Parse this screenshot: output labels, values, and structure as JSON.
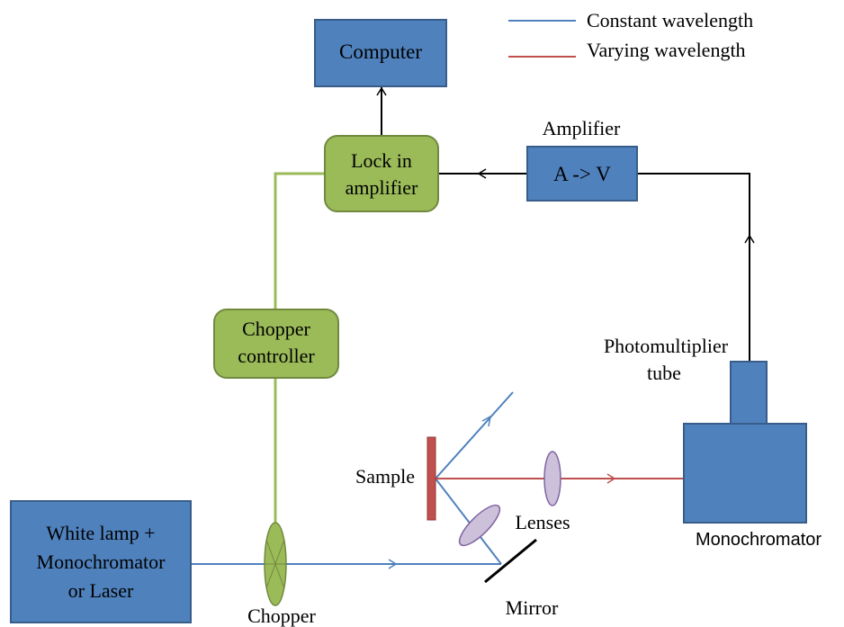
{
  "legend": {
    "constant_label": "Constant wavelength",
    "varying_label": "Varying wavelength"
  },
  "boxes": {
    "computer": "Computer",
    "amplifier": "A -> V",
    "monochromator_top": "",
    "pmt": "",
    "source_line1": "White lamp +",
    "source_line2": "Monochromator",
    "source_line3": "or Laser"
  },
  "controllers": {
    "lockin_line1": "Lock in",
    "lockin_line2": "amplifier",
    "chopper_ctrl_line1": "Chopper",
    "chopper_ctrl_line2": "controller"
  },
  "labels": {
    "amplifier": "Amplifier",
    "pmt_line1": "Photomultiplier",
    "pmt_line2": "tube",
    "sample": "Sample",
    "lenses": "Lenses",
    "monochromator": "Monochromator",
    "mirror": "Mirror",
    "chopper": "Chopper"
  },
  "colors": {
    "box_fill": "#4f81bd",
    "box_stroke": "#385d8a",
    "green_fill": "#9bbb59",
    "green_stroke": "#71893f",
    "green_line": "#9bbb59",
    "blue_line": "#4f81bd",
    "red_line": "#c0504d",
    "lens_fill": "#ccc0da",
    "lens_stroke": "#8064a2",
    "sample_fill": "#c0504d",
    "mirror": "#000000",
    "signal_line": "#000000"
  }
}
